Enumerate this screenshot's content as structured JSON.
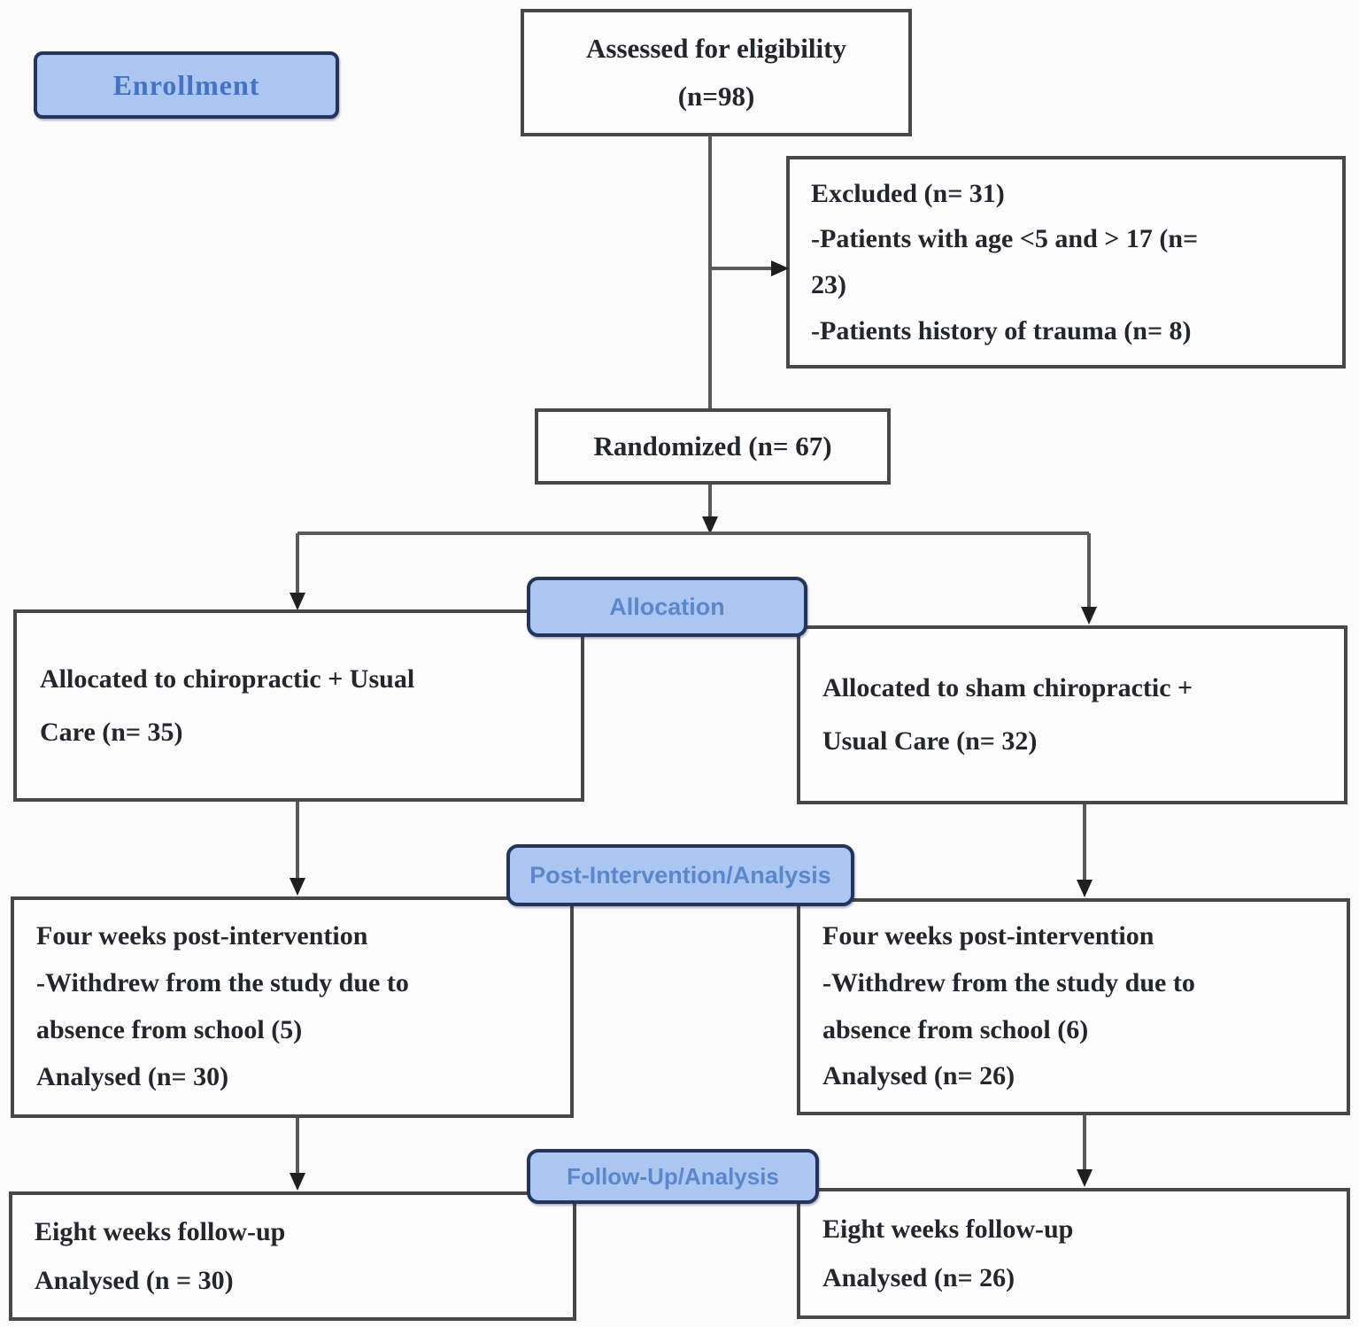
{
  "diagram": {
    "title": "CONSORT participant flow diagram",
    "stage_labels": {
      "enrollment": "Enrollment",
      "allocation": "Allocation",
      "post_intervention": "Post-Intervention/Analysis",
      "follow_up": "Follow-Up/Analysis"
    },
    "boxes": {
      "assessed": {
        "lines": [
          "Assessed for eligibility",
          "(n=98)"
        ]
      },
      "excluded": {
        "lines": [
          "Excluded (n= 31)",
          "-Patients with age <5 and > 17 (n=",
          "23)",
          "-Patients history of trauma (n= 8)"
        ]
      },
      "randomized": {
        "lines": [
          "Randomized (n= 67)"
        ]
      },
      "allocated_left": {
        "lines": [
          "Allocated to chiropractic + Usual",
          "Care (n= 35)"
        ]
      },
      "allocated_right": {
        "lines": [
          "Allocated to sham chiropractic +",
          "Usual Care (n= 32)"
        ]
      },
      "post_left": {
        "lines": [
          "Four weeks post-intervention",
          "-Withdrew from the study due to",
          "absence from school (5)",
          "Analysed (n= 30)"
        ]
      },
      "post_right": {
        "lines": [
          "Four weeks post-intervention",
          "-Withdrew from the study due to",
          "absence from school (6)",
          "Analysed (n= 26)"
        ]
      },
      "follow_left": {
        "lines": [
          "Eight weeks follow-up",
          "Analysed (n = 30)"
        ]
      },
      "follow_right": {
        "lines": [
          "Eight weeks follow-up",
          "Analysed (n= 26)"
        ]
      }
    },
    "counts": {
      "assessed": 98,
      "excluded_total": 31,
      "excluded_age": 23,
      "excluded_trauma": 8,
      "randomized": 67,
      "allocated_chiropractic": 35,
      "allocated_sham": 32,
      "withdrew_chiropractic": 5,
      "withdrew_sham": 6,
      "analysed_post_chiropractic": 30,
      "analysed_post_sham": 26,
      "analysed_followup_chiropractic": 30,
      "analysed_followup_sham": 26
    },
    "theme": {
      "label_fill": "#abc7f1",
      "label_border": "#23355e",
      "enrollment_text": "#4472c4",
      "stage_text": "#5b87cc",
      "box_border": "#484848",
      "line_color": "#5a5a5a",
      "text_color": "#23262c",
      "bg": "#fbfbfb"
    }
  }
}
